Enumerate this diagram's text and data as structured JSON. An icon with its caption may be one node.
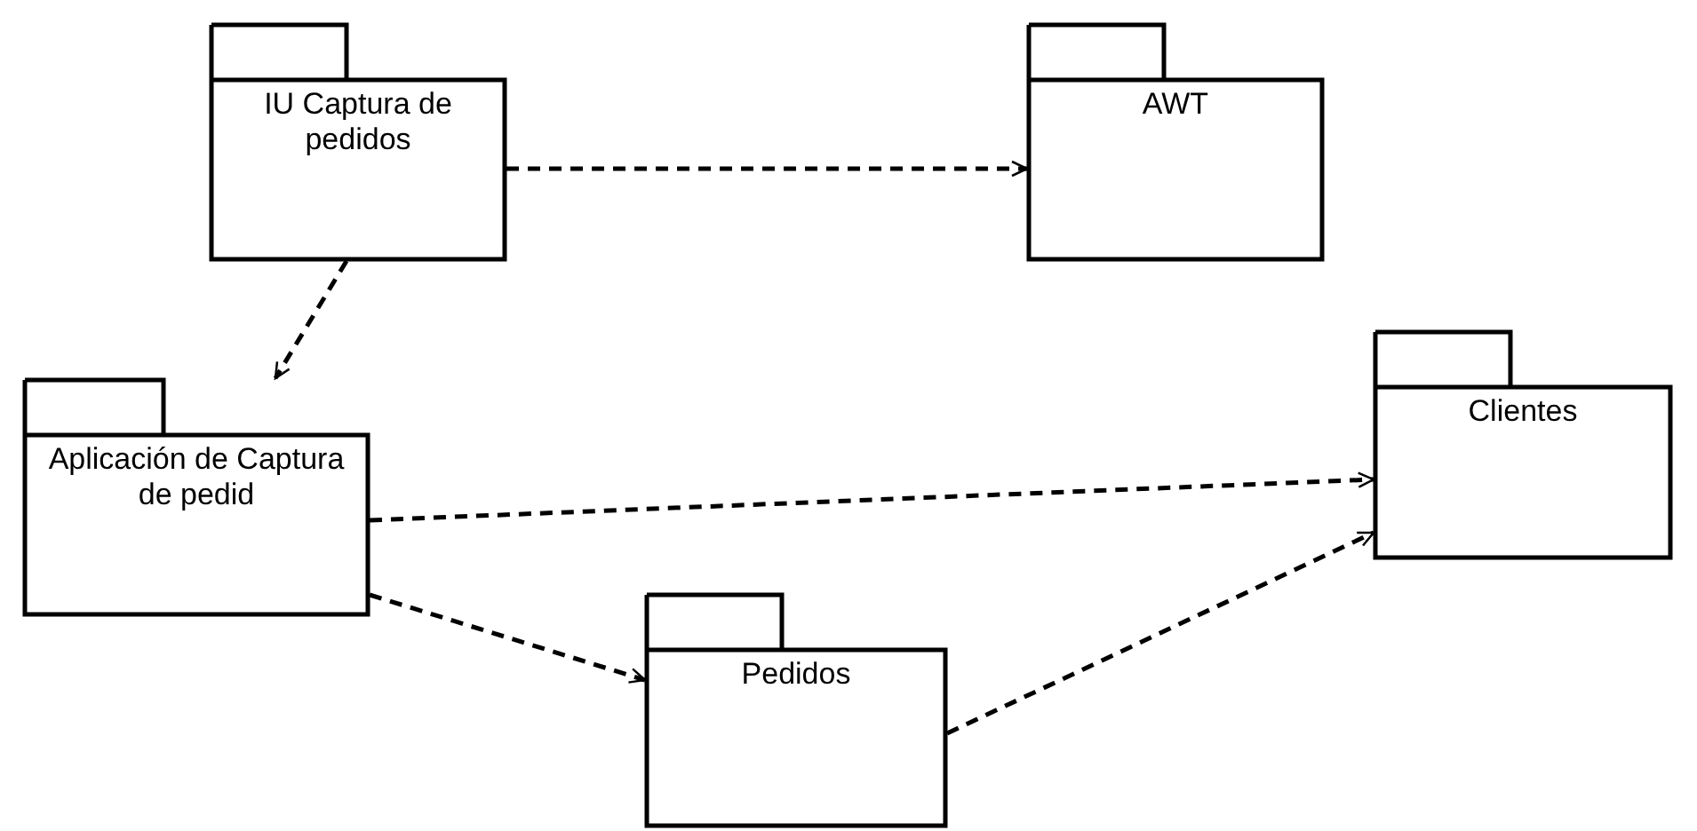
{
  "diagram": {
    "nodes": [
      {
        "text": [
          "IU Captura de pedidos"
        ]
      },
      {
        "text": [
          "AWT"
        ]
      },
      {
        "text": [
          "Aplicación de Captura de pedid"
        ]
      },
      {
        "text": [
          "Clientes"
        ]
      },
      {
        "text": [
          "Pedidos"
        ]
      }
    ],
    "edges": [
      {
        "from": 0,
        "to": 1,
        "arrow": "to",
        "style": "dashed"
      },
      {
        "from": 0,
        "to": 2,
        "arrow": "to",
        "style": "dashed"
      },
      {
        "from": 2,
        "to": 3,
        "arrow": "to",
        "style": "dashed"
      },
      {
        "from": 2,
        "to": 4,
        "arrow": "to",
        "style": "dashed"
      },
      {
        "from": 4,
        "to": 3,
        "arrow": "to",
        "style": "dashed"
      }
    ]
  }
}
